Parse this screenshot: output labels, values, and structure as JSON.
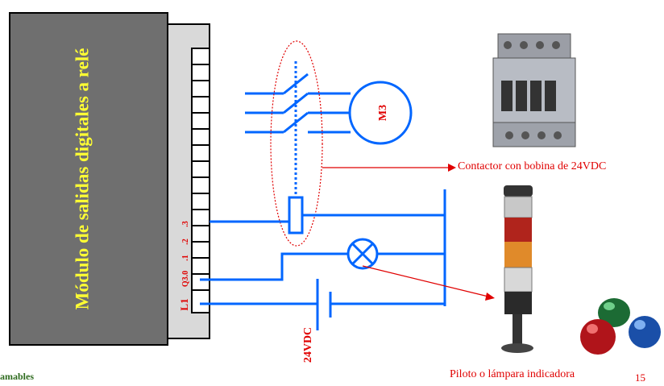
{
  "module": {
    "title": "Módulo de salidas digitales a relé",
    "pin_labels": [
      "L1",
      "Q3.0",
      ".1",
      ".2",
      ".3"
    ]
  },
  "motor": {
    "label": "M3"
  },
  "supply": {
    "label": "24VDC"
  },
  "annotations": {
    "contactor": "Contactor con bobina de 24VDC",
    "pilot": "Piloto o lámpara indicadora"
  },
  "footer": {
    "left_text": "amables",
    "page_number": "15"
  },
  "colors": {
    "module_fill": "#6f6f6f",
    "module_text": "#ffff33",
    "wire": "#0066ff",
    "label_red": "#e00000",
    "footer_green": "#2e6b1e"
  }
}
